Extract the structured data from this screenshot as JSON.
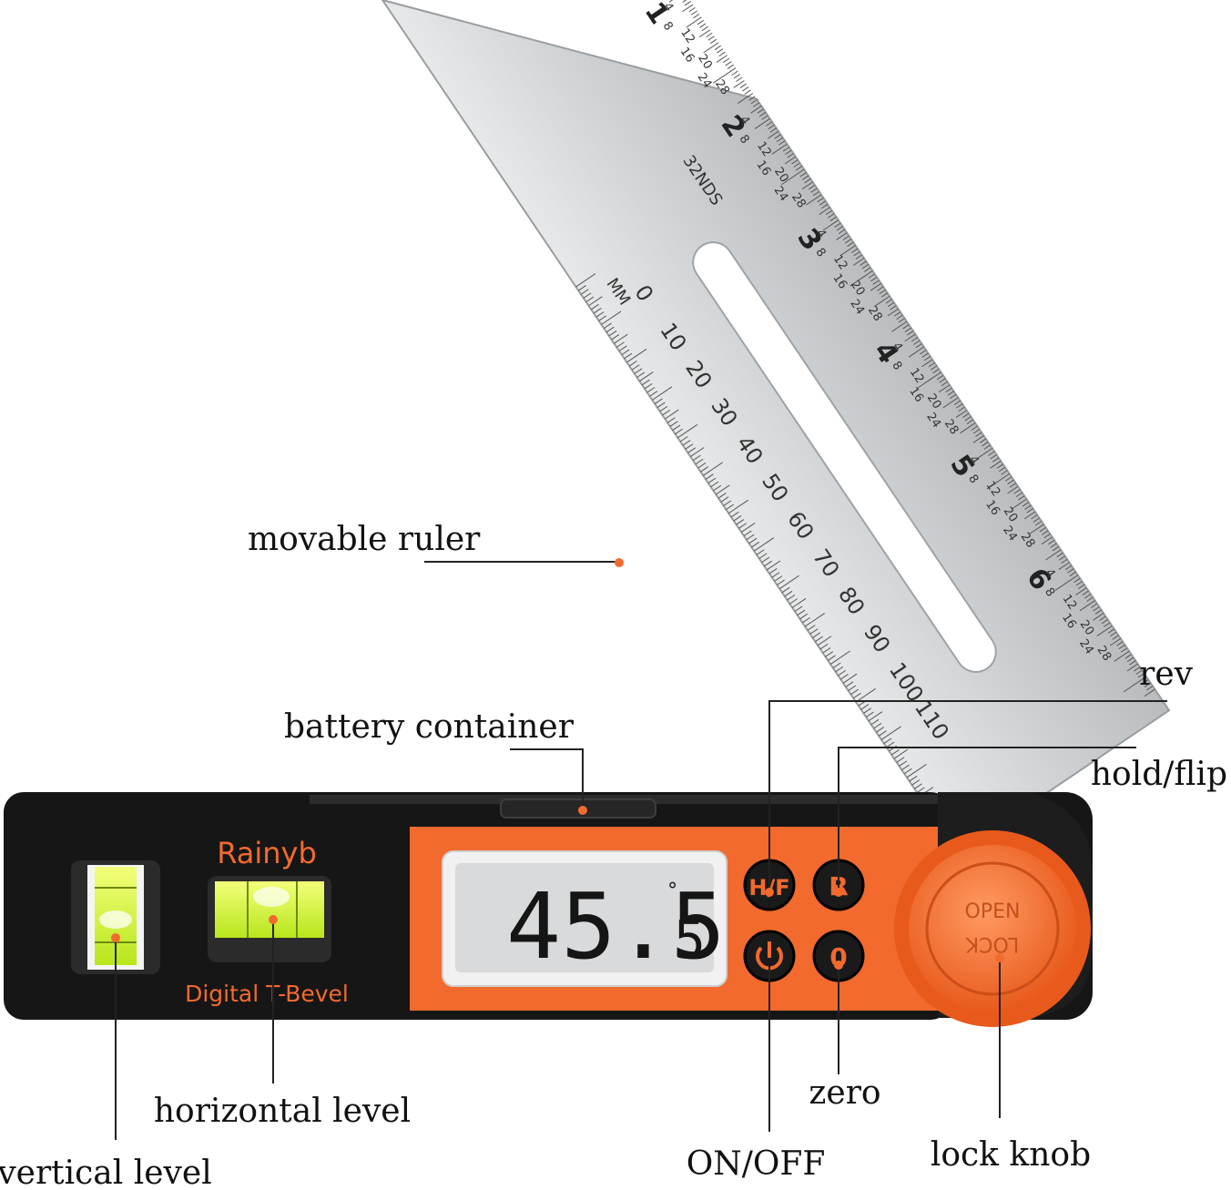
{
  "product": {
    "brand": "Rainyb",
    "subtitle": "Digital T-Bevel",
    "reading_main": "45.5",
    "reading_small": "5",
    "degree_symbol": "°"
  },
  "buttons": {
    "hold_flip": "H/F",
    "rev": "R",
    "power_icon": "power-icon",
    "zero": "0"
  },
  "knob": {
    "open_label": "OPEN",
    "lock_label": "LOCK"
  },
  "ruler": {
    "inch_labels": [
      "1",
      "2",
      "3",
      "4",
      "5",
      "6"
    ],
    "fraction_labels": [
      "4",
      "8",
      "12",
      "16",
      "20",
      "24",
      "28"
    ],
    "top_fractions": [
      "12",
      "16",
      "20",
      "24",
      "28"
    ],
    "mm_labels": [
      "0",
      "10",
      "20",
      "30",
      "40",
      "50",
      "60",
      "70",
      "80",
      "90",
      "100",
      "110"
    ],
    "unit_mm": "MM",
    "unit_32nds": "32NDS"
  },
  "callouts": {
    "movable_ruler": "movable ruler",
    "battery_container": "battery container",
    "rev": "rev",
    "hold_flip": "hold/flip",
    "zero": "zero",
    "on_off": "ON/OFF",
    "lock_knob": "lock knob",
    "horizontal_level": "horizontal level",
    "vertical_level": "vertical level"
  },
  "colors": {
    "accent": "#f26a2e",
    "body": "#161616",
    "steel": "#cfd2d4",
    "lcd": "#d8dadb"
  }
}
